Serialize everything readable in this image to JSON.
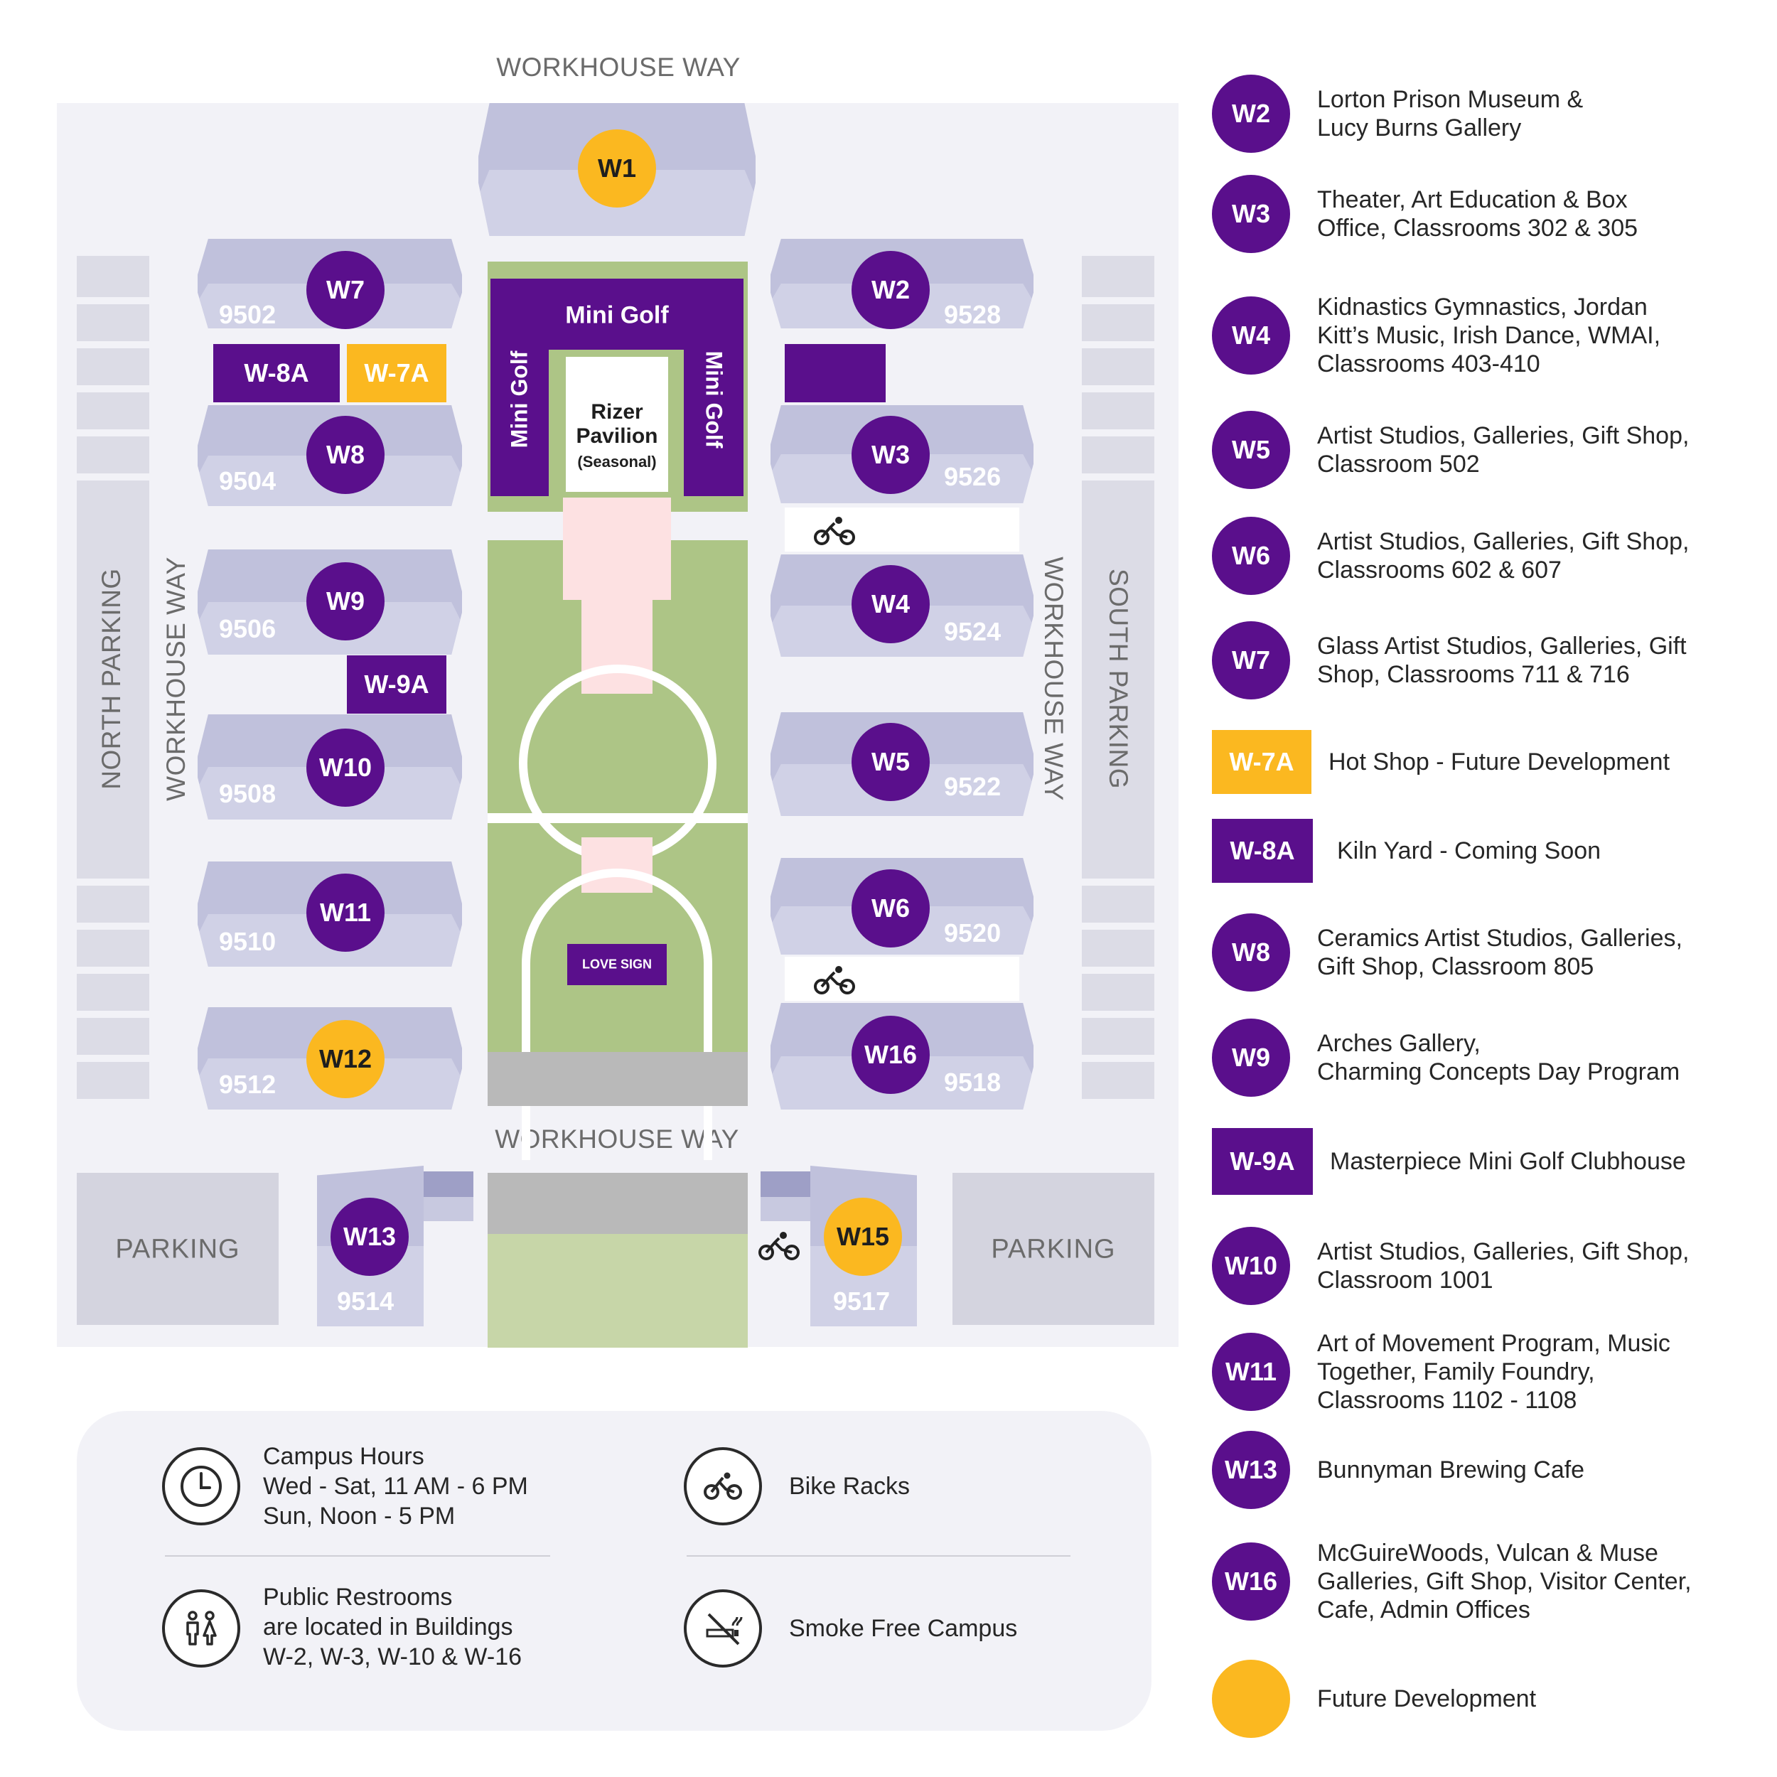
{
  "streets": {
    "top": "WORKHOUSE WAY",
    "bottom": "WORKHOUSE WAY",
    "left": "WORKHOUSE WAY",
    "right": "WORKHOUSE WAY"
  },
  "parking": {
    "north": "NORTH PARKING",
    "south": "SOUTH PARKING",
    "bottom_left": "PARKING",
    "bottom_right": "PARKING"
  },
  "buildings": {
    "w1": "W1",
    "w2": "W2",
    "w3": "W3",
    "w4": "W4",
    "w5": "W5",
    "w6": "W6",
    "w7": "W7",
    "w8": "W8",
    "w9": "W9",
    "w10": "W10",
    "w11": "W11",
    "w12": "W12",
    "w13": "W13",
    "w15": "W15",
    "w16": "W16",
    "w8a": "W-8A",
    "w7a": "W-7A",
    "w9a": "W-9A"
  },
  "addresses": {
    "w7": "9502",
    "w8": "9504",
    "w9": "9506",
    "w10": "9508",
    "w11": "9510",
    "w12": "9512",
    "w2": "9528",
    "w3": "9526",
    "w4": "9524",
    "w5": "9522",
    "w6": "9520",
    "w16": "9518",
    "w13": "9514",
    "w15": "9517"
  },
  "center": {
    "mini_golf_top": "Mini Golf",
    "mini_golf_left": "Mini Golf",
    "mini_golf_right": "Mini Golf",
    "pavilion_line1": "Rizer",
    "pavilion_line2": "Pavilion",
    "pavilion_note": "(Seasonal)",
    "love_sign": "LOVE SIGN"
  },
  "info": {
    "hours_title": "Campus Hours",
    "hours_line1": "Wed - Sat, 11 AM - 6 PM",
    "hours_line2": "Sun, Noon - 5 PM",
    "bike_racks": "Bike Racks",
    "restrooms_line1": "Public Restrooms",
    "restrooms_line2": "are located in Buildings",
    "restrooms_line3": "W-2, W-3, W-10 & W-16",
    "smoke_free": "Smoke Free Campus"
  },
  "legend": [
    {
      "badge": "W2",
      "lines": [
        "Lorton Prison Museum &",
        "Lucy Burns Gallery"
      ]
    },
    {
      "badge": "W3",
      "lines": [
        "Theater, Art Education & Box",
        "Office, Classrooms 302 & 305"
      ]
    },
    {
      "badge": "W4",
      "lines": [
        "Kidnastics Gymnastics, Jordan",
        "Kitt’s Music, Irish Dance, WMAI,",
        "Classrooms 403-410"
      ]
    },
    {
      "badge": "W5",
      "lines": [
        "Artist Studios, Galleries, Gift Shop,",
        "Classroom 502"
      ]
    },
    {
      "badge": "W6",
      "lines": [
        "Artist Studios, Galleries, Gift Shop,",
        "Classrooms 602 & 607"
      ]
    },
    {
      "badge": "W7",
      "lines": [
        "Glass Artist Studios, Galleries, Gift",
        "Shop, Classrooms 711 & 716"
      ]
    },
    {
      "badge": "W-7A",
      "lines": [
        "Hot Shop - Future Development"
      ]
    },
    {
      "badge": "W-8A",
      "lines": [
        "Kiln Yard - Coming Soon"
      ]
    },
    {
      "badge": "W8",
      "lines": [
        "Ceramics Artist Studios, Galleries,",
        "Gift Shop, Classroom 805"
      ]
    },
    {
      "badge": "W9",
      "lines": [
        "Arches Gallery,",
        "Charming Concepts Day Program"
      ]
    },
    {
      "badge": "W-9A",
      "lines": [
        "Masterpiece Mini Golf Clubhouse"
      ]
    },
    {
      "badge": "W10",
      "lines": [
        "Artist Studios, Galleries, Gift Shop,",
        "Classroom 1001"
      ]
    },
    {
      "badge": "W11",
      "lines": [
        "Art of Movement Program, Music",
        "Together, Family Foundry,",
        "Classrooms 1102 - 1108"
      ]
    },
    {
      "badge": "W13",
      "lines": [
        "Bunnyman Brewing Cafe"
      ]
    },
    {
      "badge": "W16",
      "lines": [
        "McGuireWoods, Vulcan & Muse",
        "Galleries,  Gift Shop, Visitor Center,",
        "Cafe, Admin Offices"
      ]
    },
    {
      "badge": "",
      "lines": [
        "Future Development"
      ]
    }
  ],
  "colors": {
    "purple": "#5a0f8c",
    "gold": "#fbb820",
    "building": "#c0c1dc",
    "lawn": "#adc586",
    "path": "#fde1e2",
    "map_background": "#f2f2f7"
  },
  "icons": {
    "clock": "clock-icon",
    "bike": "bicycle-icon",
    "restroom": "restroom-icon",
    "no_smoking": "no-smoking-icon"
  }
}
